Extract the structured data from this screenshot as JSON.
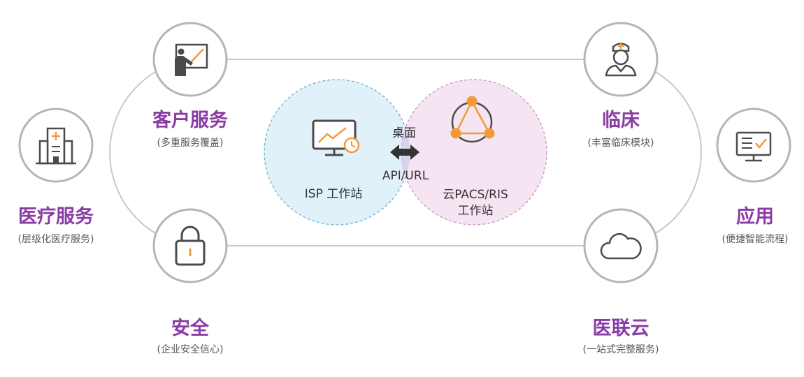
{
  "nodes": {
    "customer": {
      "title": "客户服务",
      "subtitle": "(多重服务覆盖)",
      "icon": "presentation-icon"
    },
    "medical": {
      "title": "医疗服务",
      "subtitle": "(层级化医疗服务)",
      "icon": "hospital-icon"
    },
    "security": {
      "title": "安全",
      "subtitle": "(企业安全信心)",
      "icon": "lock-icon"
    },
    "clinical": {
      "title": "临床",
      "subtitle": "(丰富临床模块)",
      "icon": "doctor-icon"
    },
    "application": {
      "title": "应用",
      "subtitle": "(便捷智能流程)",
      "icon": "monitor-checklist-icon"
    },
    "cloud": {
      "title": "医联云",
      "subtitle": "(一站式完整服务)",
      "icon": "cloud-icon"
    }
  },
  "center": {
    "isp_label": "ISP 工作站",
    "desktop_label": "桌面",
    "api_label": "API/URL",
    "pacs_line1": "云PACS/RIS",
    "pacs_line2": "工作站"
  },
  "colors": {
    "accent_purple": "#8a3ba5",
    "accent_orange": "#f29a37",
    "isp_fill": "#e1f1fa",
    "pacs_fill": "#f4e3f1",
    "icon_gray": "#4b4b4b"
  }
}
